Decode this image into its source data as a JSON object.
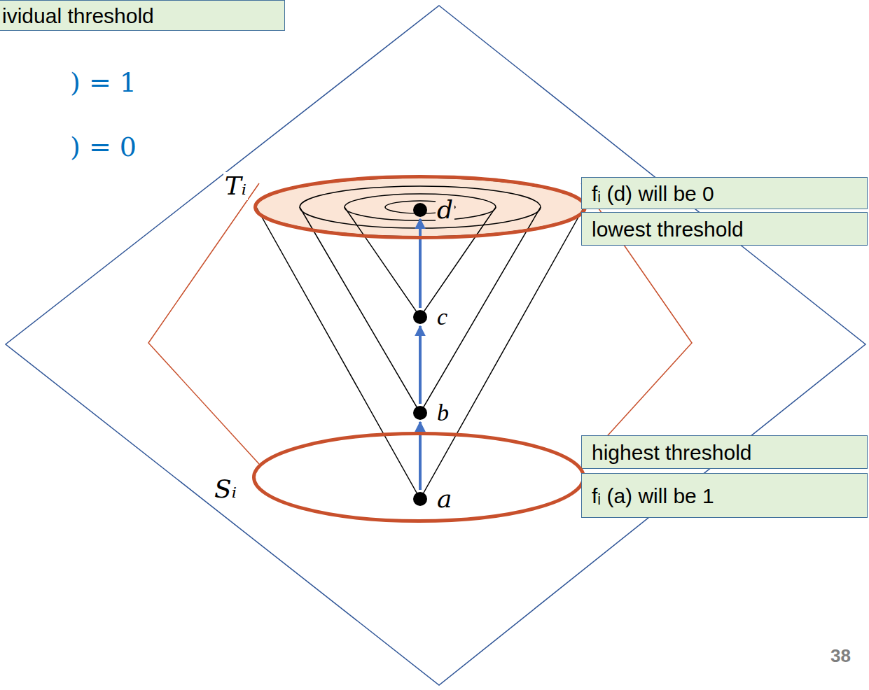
{
  "diagram": {
    "nodes": [
      {
        "text": [
          "ividual threshold"
        ]
      },
      {
        "text": [
          "Tᵢ"
        ]
      },
      {
        "text": [
          "d"
        ],
        "in": 1
      },
      {
        "text": [
          "fᵢ (d) will be 0"
        ]
      },
      {
        "text": [
          "lowest threshold"
        ]
      },
      {
        "text": [
          "c"
        ]
      },
      {
        "text": [
          "b"
        ]
      },
      {
        "text": [
          "highest threshold"
        ]
      },
      {
        "text": [
          "Sᵢ"
        ]
      },
      {
        "text": [
          "a"
        ],
        "in": 8
      },
      {
        "text": [
          "fᵢ (a) will be 1"
        ]
      }
    ],
    "edges": [
      {
        "from": 9,
        "to": 6,
        "arrow": "to"
      },
      {
        "from": 6,
        "to": 5,
        "arrow": "to"
      },
      {
        "from": 5,
        "to": 2,
        "arrow": "to"
      }
    ],
    "labels": [
      ") = 1",
      ") = 0",
      "38"
    ]
  }
}
